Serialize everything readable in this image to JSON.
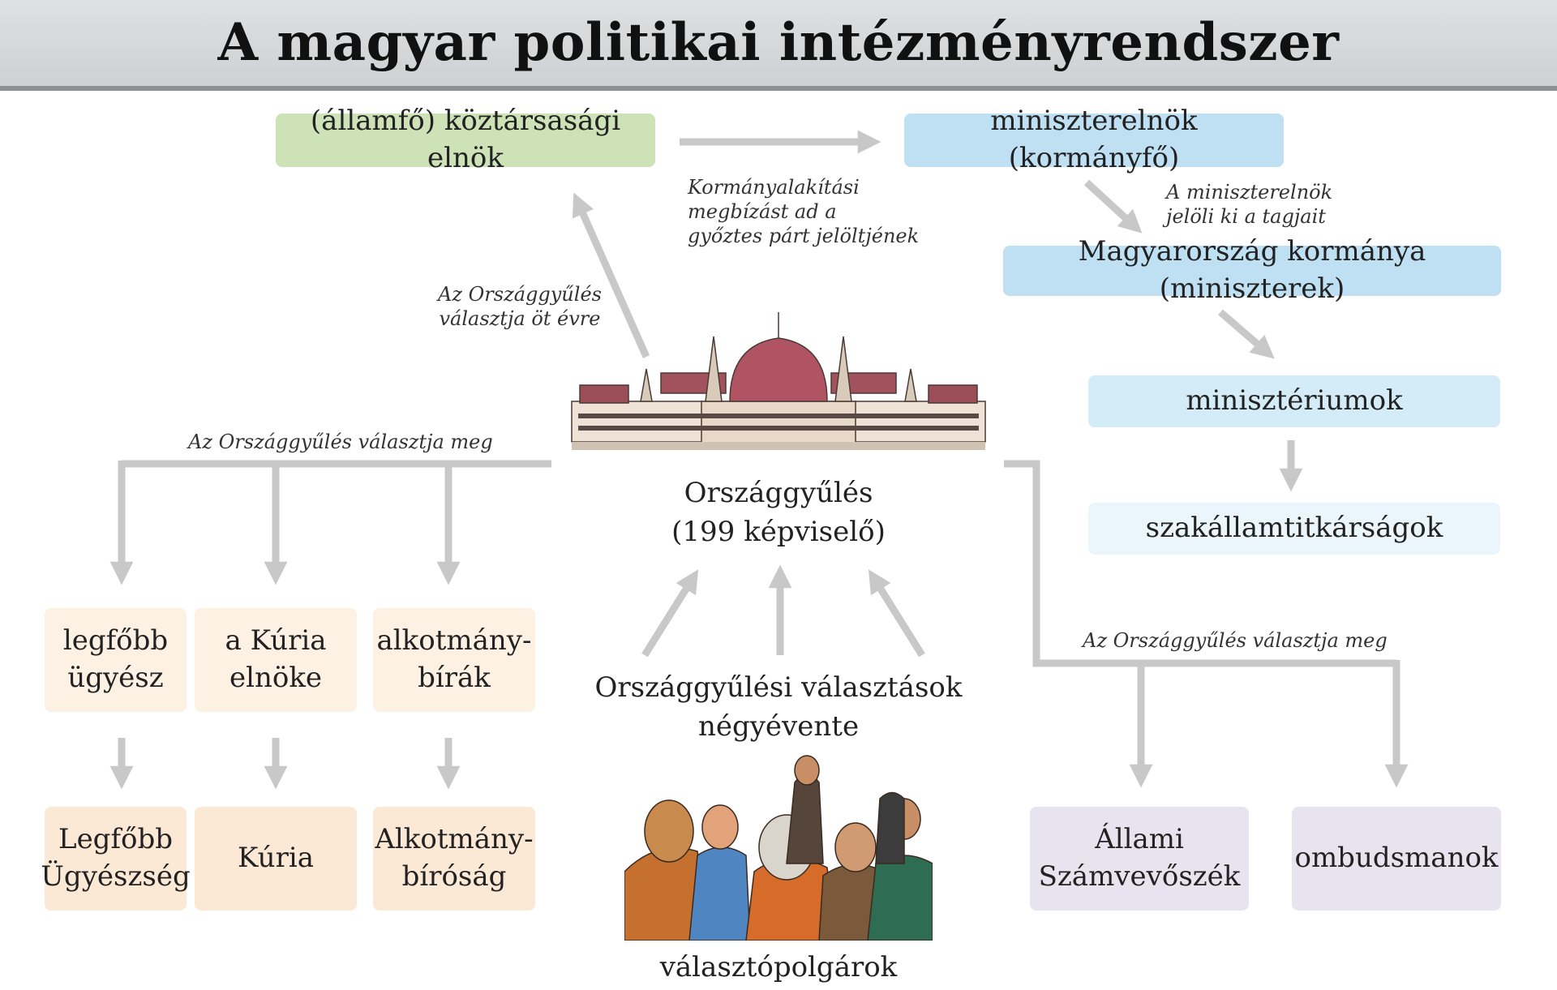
{
  "title": "A magyar politikai intézményrendszer",
  "nodes": {
    "president": "(államfő) köztársasági elnök",
    "prime_minister": "miniszterelnök (kormányfő)",
    "government": "Magyarország kormánya (miniszterek)",
    "ministries": "minisztériumok",
    "state_secretariats": "szakállamtitkárságok",
    "parliament_line1": "Országgyűlés",
    "parliament_line2": "(199 képviselő)",
    "elections_line1": "Országgyűlési választások",
    "elections_line2": "négyévente",
    "voters": "választópolgárok",
    "chief_prosecutor_line1": "legfőbb",
    "chief_prosecutor_line2": "ügyész",
    "kuria_president_line1": "a Kúria",
    "kuria_president_line2": "elnöke",
    "const_judges_line1": "alkotmány-",
    "const_judges_line2": "bírák",
    "prosecution_line1": "Legfőbb",
    "prosecution_line2": "Ügyészség",
    "kuria": "Kúria",
    "const_court_line1": "Alkotmány-",
    "const_court_line2": "bíróság",
    "audit_line1": "Állami",
    "audit_line2": "Számvevőszék",
    "ombudsmen": "ombudsmanok"
  },
  "labels": {
    "pres_to_pm_1": "Kormányalakítási",
    "pres_to_pm_2": "megbízást ad a",
    "pres_to_pm_3": "győztes párt jelöltjének",
    "pm_to_gov_1": "A miniszterelnök",
    "pm_to_gov_2": "jelöli ki a tagjait",
    "parl_to_pres_1": "Az Országgyűlés",
    "parl_to_pres_2": "választja öt évre",
    "left_elects": "Az Országgyűlés választja meg",
    "right_elects": "Az Országgyűlés választja meg"
  },
  "images": {
    "parliament_icon": "parliament-building-icon",
    "voters_icon": "voters-crowd-icon"
  },
  "colors": {
    "arrow": "#c8c8c8",
    "green_box": "#cde2b6",
    "blue_box": "#bfe0f3",
    "peach_box": "#fdf1e3",
    "lilac_box": "#e7e4ef"
  }
}
